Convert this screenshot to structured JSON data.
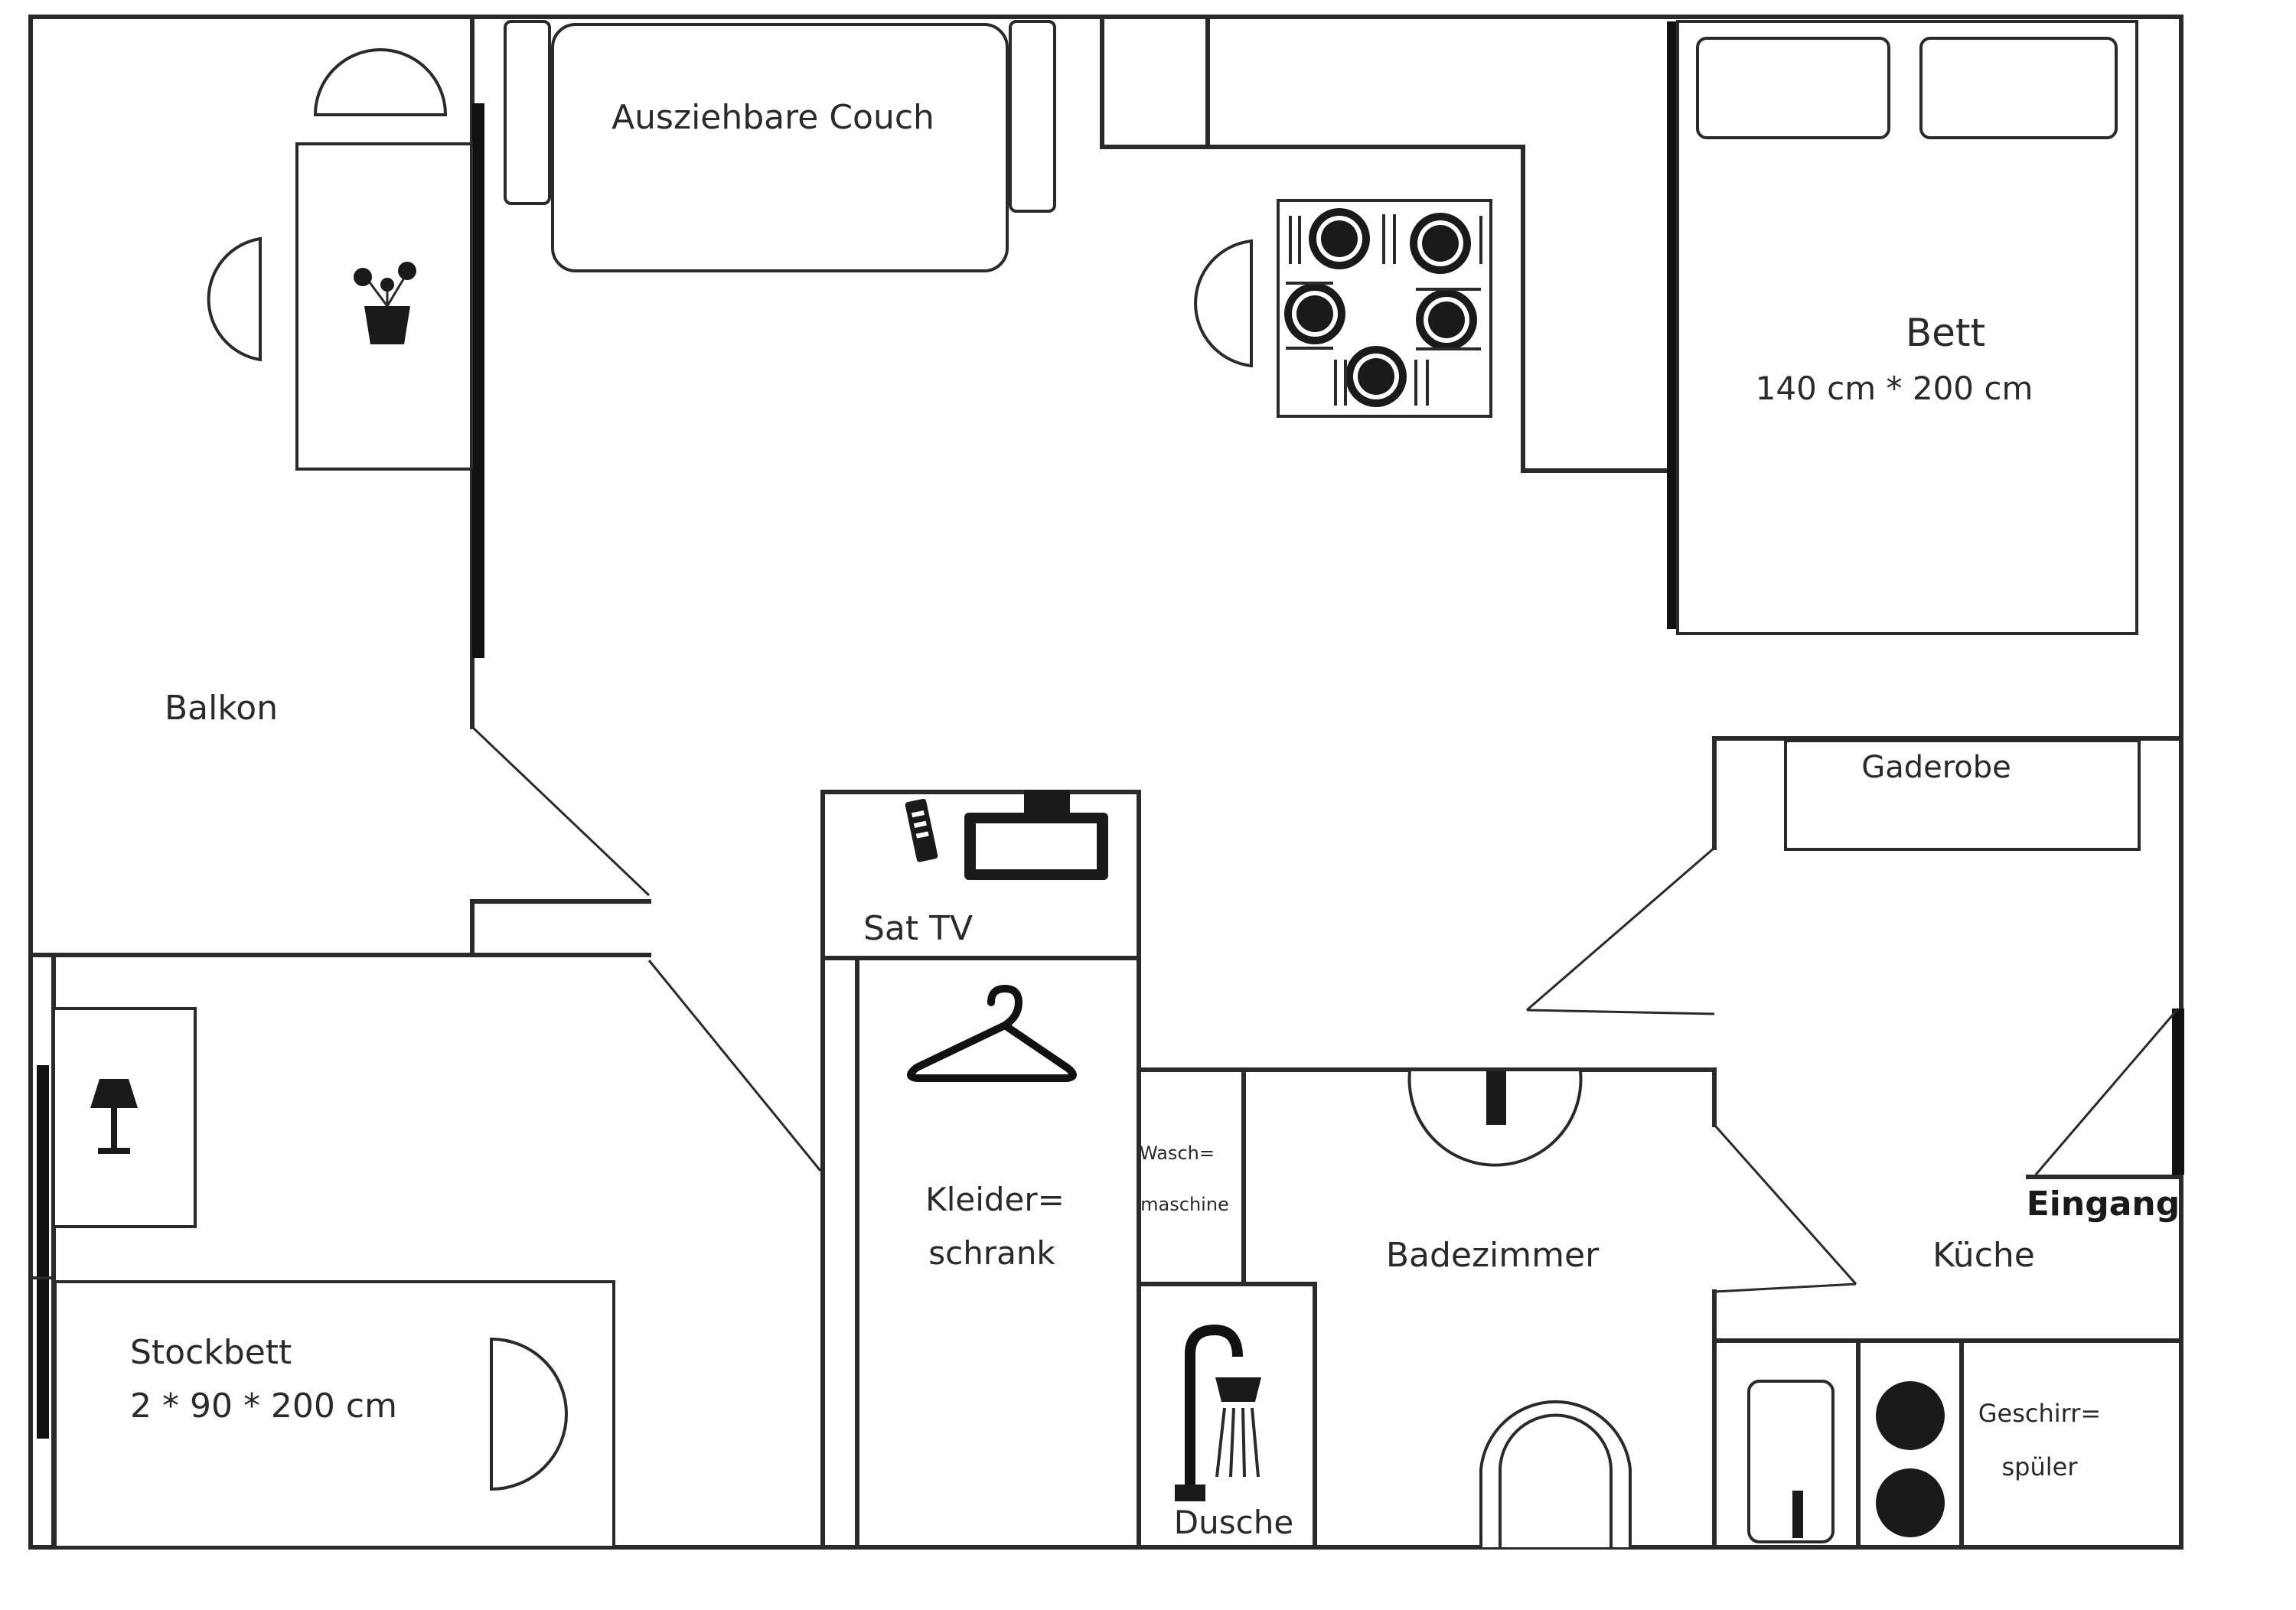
{
  "plan": {
    "rooms": {
      "couch": "Ausziehbare Couch",
      "bett_title": "Bett",
      "bett_size": "140 cm * 200 cm",
      "balkon": "Balkon",
      "gaderobe": "Gaderobe",
      "sat_tv": "Sat TV",
      "kleider_1": "Kleider=",
      "kleider_2": "schrank",
      "wasch_1": "Wasch=",
      "wasch_2": "maschine",
      "badezimmer": "Badezimmer",
      "eingang": "Eingang",
      "kueche": "Küche",
      "stockbett_title": "Stockbett",
      "stockbett_size": "2 * 90 * 200 cm",
      "dusche": "Dusche",
      "geschirr_1": "Geschirr=",
      "geschirr_2": "spüler"
    },
    "icons": {
      "plant": "potted-plant-icon",
      "dining": "dining-table-icon",
      "tv": "television-icon",
      "remote": "remote-control-icon",
      "hanger": "coat-hanger-icon",
      "lamp": "table-lamp-icon",
      "shower": "shower-icon",
      "toilet": "toilet-icon",
      "stove": "stove-icon",
      "sink": "sink-icon"
    },
    "colors": {
      "line": "#2a2a2a",
      "background": "#ffffff"
    }
  }
}
